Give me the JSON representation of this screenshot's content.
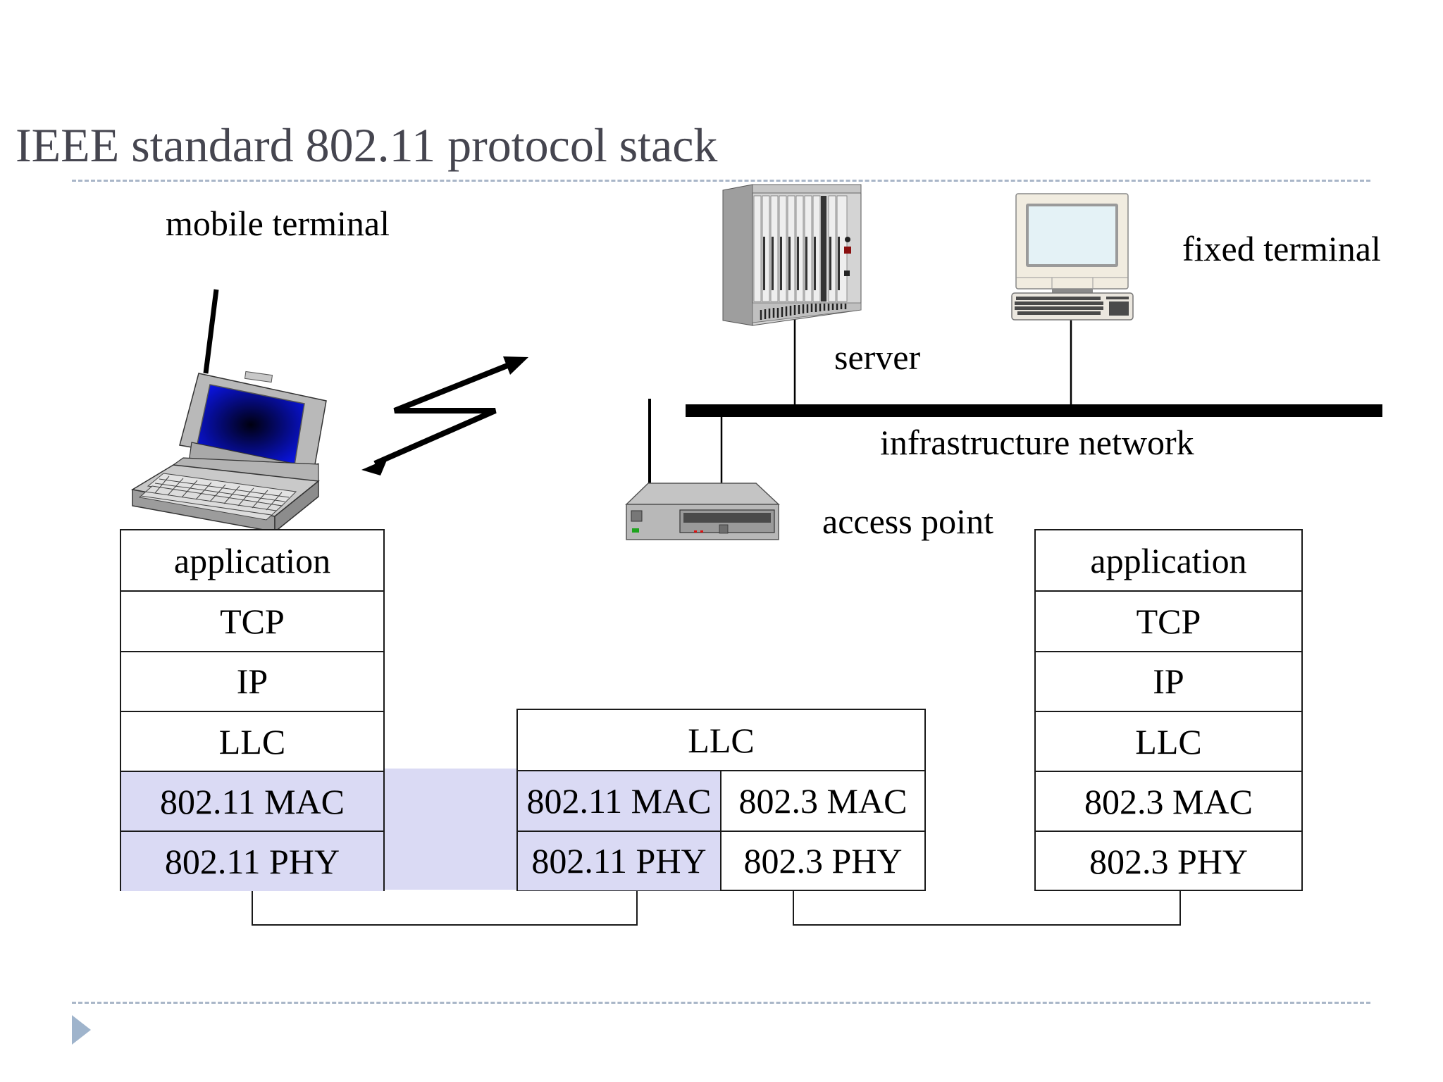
{
  "slide": {
    "title": "IEEE standard 802.11 protocol stack"
  },
  "labels": {
    "mobile_terminal": "mobile terminal",
    "fixed_terminal": "fixed terminal",
    "server": "server",
    "infrastructure_network": "infrastructure network",
    "access_point": "access point"
  },
  "icons": {
    "laptop": "laptop-with-antenna-icon",
    "wireless_link": "wireless-zigzag-arrow-icon",
    "server": "rack-server-icon",
    "desktop": "desktop-computer-icon",
    "access_point": "access-point-icon",
    "next": "next-slide-triangle-icon"
  },
  "stacks": {
    "mobile": [
      "application",
      "TCP",
      "IP",
      "LLC",
      "802.11 MAC",
      "802.11 PHY"
    ],
    "access_point": {
      "llc": "LLC",
      "wireless": [
        "802.11 MAC",
        "802.11 PHY"
      ],
      "wired": [
        "802.3 MAC",
        "802.3 PHY"
      ]
    },
    "fixed": [
      "application",
      "TCP",
      "IP",
      "LLC",
      "802.3 MAC",
      "802.3 PHY"
    ]
  },
  "colors": {
    "wireless_highlight": "#dadaf4",
    "title": "#45454f",
    "accent": "#9fb4cc"
  }
}
